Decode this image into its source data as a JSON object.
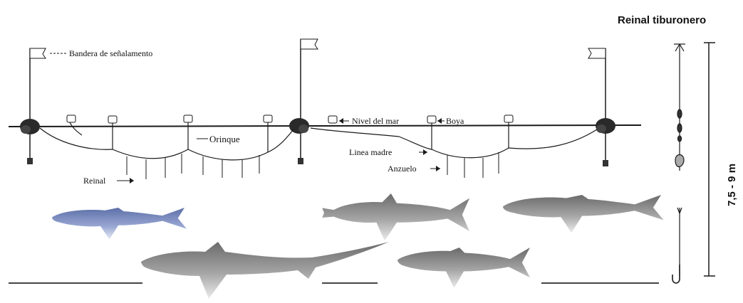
{
  "diagram": {
    "title": "Reinal tiburonero",
    "labels": {
      "flag": "Bandera de señalamento",
      "sea_level": "Nivel del mar",
      "buoy": "Boya",
      "float_line": "Orinque",
      "branch_line": "Reinal",
      "main_line": "Linea madre",
      "hook": "Anzuelo"
    },
    "length_range": "7,5 - 9 m"
  },
  "colors": {
    "line": "#1a1a1a",
    "blue_shark": "#7f8fbf",
    "grey_shark": "#8a8a8a"
  },
  "icons": [
    "flag-icon",
    "buoy-icon",
    "anchor-weight-icon",
    "swivel-icon",
    "hook-icon",
    "shark-icon"
  ]
}
